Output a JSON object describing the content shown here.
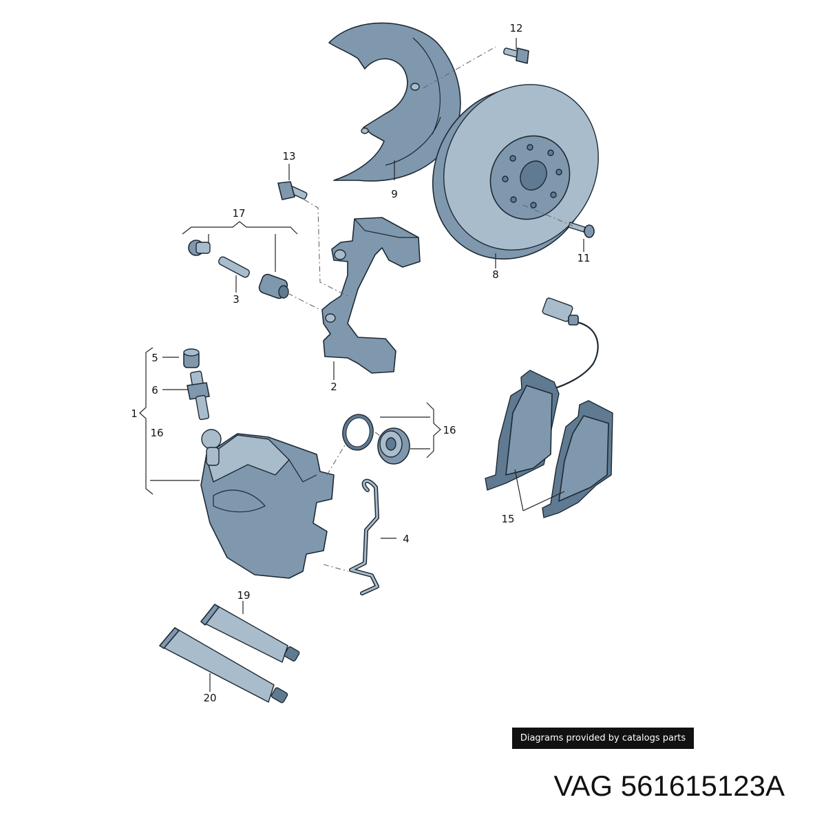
{
  "callouts": {
    "c1": "1",
    "c2": "2",
    "c3": "3",
    "c4": "4",
    "c5": "5",
    "c6": "6",
    "c8": "8",
    "c9": "9",
    "c11": "11",
    "c12": "12",
    "c13": "13",
    "c15": "15",
    "c16a": "16",
    "c16b": "16",
    "c17": "17",
    "c19": "19",
    "c20": "20"
  },
  "credit": "Diagrams provided by catalogs parts",
  "part_number": "VAG 561615123A",
  "colors": {
    "part_fill": "#7f98ad",
    "outline": "#1c2833",
    "badge_bg": "#111111"
  }
}
